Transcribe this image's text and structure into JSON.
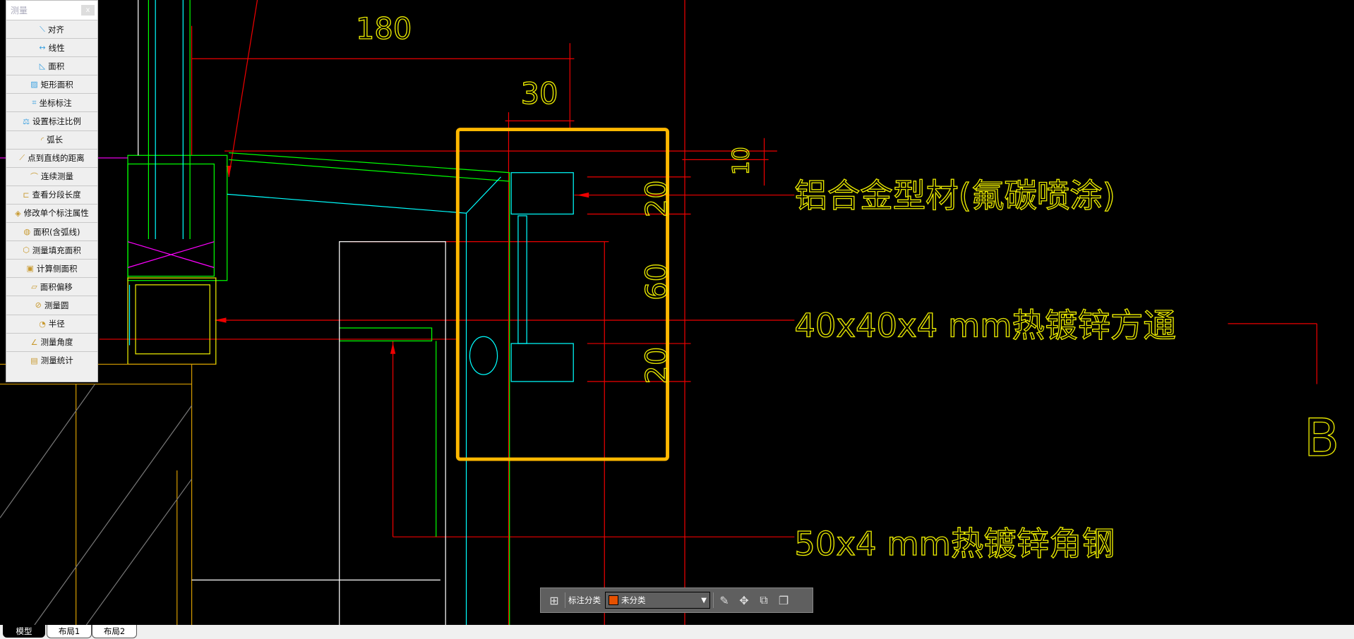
{
  "panel": {
    "title": "测量",
    "close": "x",
    "items": [
      {
        "label": "对齐",
        "icon": "aligned-dim-icon"
      },
      {
        "label": "线性",
        "icon": "linear-dim-icon"
      },
      {
        "label": "面积",
        "icon": "area-icon"
      },
      {
        "label": "矩形面积",
        "icon": "rect-area-icon"
      },
      {
        "label": "坐标标注",
        "icon": "coordinate-icon"
      },
      {
        "label": "设置标注比例",
        "icon": "scale-icon"
      },
      {
        "label": "弧长",
        "icon": "arc-length-icon"
      },
      {
        "label": "点到直线的距离",
        "icon": "point-line-distance-icon"
      },
      {
        "label": "连续测量",
        "icon": "continuous-measure-icon"
      },
      {
        "label": "查看分段长度",
        "icon": "segment-length-icon"
      },
      {
        "label": "修改单个标注属性",
        "icon": "edit-dim-icon"
      },
      {
        "label": "面积(含弧线)",
        "icon": "arc-area-icon"
      },
      {
        "label": "测量填充面积",
        "icon": "hatch-area-icon"
      },
      {
        "label": "计算侧面积",
        "icon": "side-area-icon"
      },
      {
        "label": "面积偏移",
        "icon": "area-offset-icon"
      },
      {
        "label": "测量圆",
        "icon": "circle-icon"
      },
      {
        "label": "半径",
        "icon": "radius-icon"
      },
      {
        "label": "测量角度",
        "icon": "angle-icon"
      },
      {
        "label": "测量统计",
        "icon": "statistics-icon"
      }
    ]
  },
  "drawing": {
    "dims": [
      "180",
      "30",
      "10",
      "20",
      "60",
      "20"
    ],
    "labels": [
      "铝合金型材(氟碳喷涂)",
      "40x40x4 mm热镀锌方通",
      "50x4 mm热镀锌角钢"
    ],
    "axis": "B",
    "highlight_color": "#ffb800"
  },
  "toolbar": {
    "category_label": "标注分类",
    "category_value": "未分类",
    "category_color": "#e65100"
  },
  "tabs": [
    "模型",
    "布局1",
    "布局2"
  ]
}
